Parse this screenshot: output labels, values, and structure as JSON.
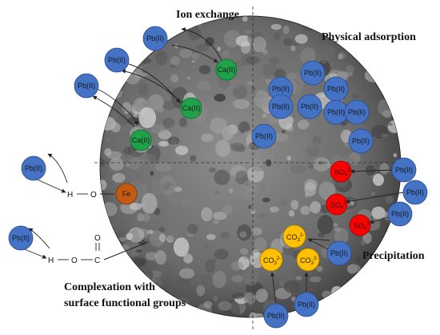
{
  "labels": {
    "ion_exchange": "Ion exchange",
    "physical_adsorption": "Physical adsorption",
    "precipitation": "Precipitation",
    "complexation_line1": "Complexation with",
    "complexation_line2": "surface functional groups"
  },
  "ions": {
    "lead": "Pb(II)",
    "calcium": "Ca(II)",
    "iron": "Fe",
    "sulfate": "SO",
    "carbonate": "CO"
  },
  "charges": {
    "sulfate": "2-",
    "carbonate": "2-",
    "subscript_sulfate": "4",
    "subscript_carbonate": "3"
  },
  "atoms": {
    "hydrogen": "H",
    "oxygen": "O",
    "carbon": "C"
  },
  "colors": {
    "lead_ion": "#4472c4",
    "calcium_ion": "#1fa24a",
    "iron_ion": "#c55a11",
    "sulfate_ion": "#ff0000",
    "carbonate_ion": "#ffc000",
    "particle_background": "#6e6e6e"
  }
}
